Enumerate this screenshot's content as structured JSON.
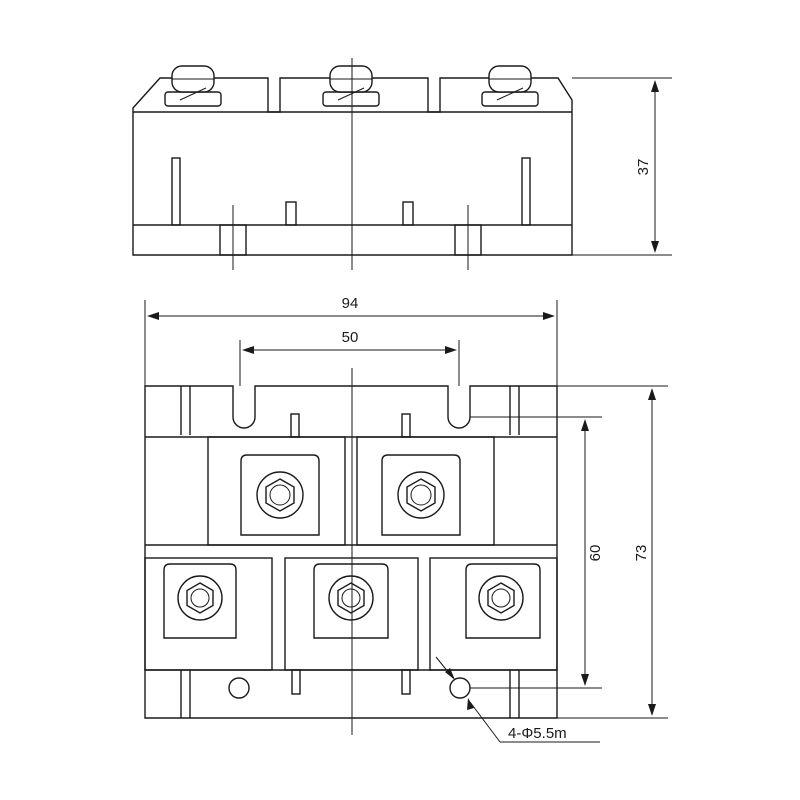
{
  "dimensions": {
    "height": "37",
    "length": "94",
    "bolt_pitch": "50",
    "hole_pitch": "60",
    "width": "73",
    "mount_holes": "4-Φ5.5m"
  }
}
